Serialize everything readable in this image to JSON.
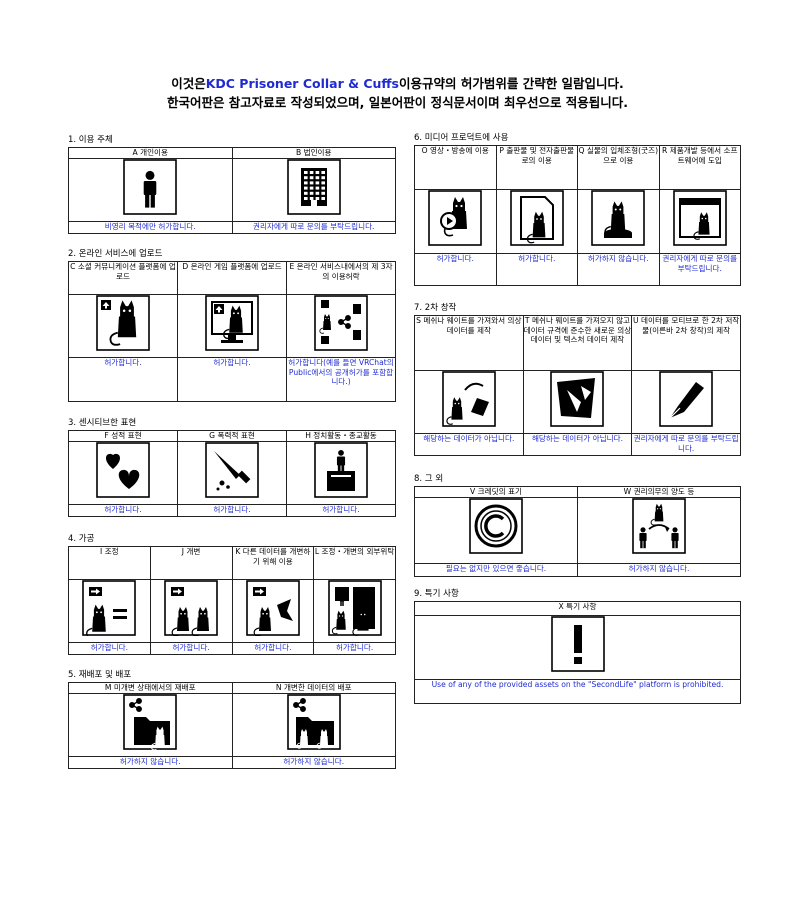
{
  "header": {
    "line1_pre": "이것은",
    "line1_product": "KDC Prisoner Collar & Cuffs",
    "line1_post": "이용규약의 허가범위를 간략한 일람입니다.",
    "line2": "한국어판은 참고자료로 작성되었으며, 일본어판이 정식문서이며 최우선으로 적용됩니다."
  },
  "colors": {
    "text": "#000000",
    "accent": "#1f2bd0",
    "border": "#222222"
  },
  "sections": {
    "s1": {
      "title": "1. 이용 주체",
      "items": [
        {
          "label": "A 개인이용",
          "icon": "person-icon",
          "note": "비영리 목적에만 허가합니다."
        },
        {
          "label": "B 법인이용",
          "icon": "building-icon",
          "note": "권리자에게 따로 문의를 부탁드립니다."
        }
      ]
    },
    "s2": {
      "title": "2. 온라인 서비스에 업로드",
      "items": [
        {
          "label": "C 소셜 커뮤니케이션 플랫폼에 업로드",
          "icon": "upload-cat-icon",
          "note": "허가합니다."
        },
        {
          "label": "D 온라인 게임 플랫폼에 업로드",
          "icon": "upload-monitor-icon",
          "note": "허가합니다."
        },
        {
          "label": "E 온라인 서비스내에서의 제 3자의 이용허락",
          "icon": "share-network-icon",
          "note": "허가합니다(예를 들면 VRChat의 Public에서의 공개허가를 포함합니다.)"
        }
      ]
    },
    "s3": {
      "title": "3. 센시티브한 표현",
      "items": [
        {
          "label": "F 성적 표현",
          "icon": "hearts-icon",
          "note": "허가합니다."
        },
        {
          "label": "G 폭력적 표현",
          "icon": "knife-icon",
          "note": "허가합니다."
        },
        {
          "label": "H 정치활동・종교활동",
          "icon": "podium-icon",
          "note": "허가합니다."
        }
      ]
    },
    "s4": {
      "title": "4. 가공",
      "items": [
        {
          "label": "I 조정",
          "icon": "adjust-icon",
          "note": "허가합니다."
        },
        {
          "label": "J 개변",
          "icon": "modify-icon",
          "note": "허가합니다."
        },
        {
          "label": "K 다른 데이터를 개변하기 위해 이용",
          "icon": "use-other-icon",
          "note": "허가합니다."
        },
        {
          "label": "L 조정・개변의 외부위탁",
          "icon": "outsource-icon",
          "note": "허가합니다."
        }
      ]
    },
    "s5": {
      "title": "5. 재배포 및 배포",
      "items": [
        {
          "label": "M 미개변 상태에서의 재배포",
          "icon": "share-folder-icon",
          "note": "허가하지 않습니다."
        },
        {
          "label": "N 개변한 데이터의 배포",
          "icon": "share-folder-modified-icon",
          "note": "허가하지 않습니다."
        }
      ]
    },
    "s6": {
      "title": "6. 미디어 프로덕트에 사용",
      "items": [
        {
          "label": "O 영상・방송에 이용",
          "icon": "video-cat-icon",
          "note": "허가합니다."
        },
        {
          "label": "P 출판물 및 전자출판물로의 이용",
          "icon": "document-cat-icon",
          "note": "허가합니다."
        },
        {
          "label": "Q 실물의 입체조형(굿즈)으로 이용",
          "icon": "figure-cat-icon",
          "note": "허가하지 않습니다."
        },
        {
          "label": "R 제품개발 등에서 소프트웨어에 도입",
          "icon": "software-cat-icon",
          "note": "권리자에게 따로 문의를 부탁드립니다."
        }
      ]
    },
    "s7": {
      "title": "7. 2차 창작",
      "items": [
        {
          "label": "S 메쉬나 웨이트를 가져와서 의상 데이터를 제작",
          "icon": "mesh-import-icon",
          "note": "해당하는 데이터가 아닙니다."
        },
        {
          "label": "T 메쉬나 웨이트를 가져오지 않고 데이터 규격에 준수한 새로운 의상 데이터 및 텍스처 데이터 제작",
          "icon": "mesh-new-icon",
          "note": "해당하는 데이터가 아닙니다."
        },
        {
          "label": "U 데이터를 모티브로 한 2차 저작물(이른바 2차 창작)의 제작",
          "icon": "pen-nib-icon",
          "note": "권리자에게 따로 문의를 부탁드립니다."
        }
      ]
    },
    "s8": {
      "title": "8. 그 외",
      "items": [
        {
          "label": "V 크레딧의 표기",
          "icon": "copyright-icon",
          "note": "필요는 없지만 있으면 좋습니다."
        },
        {
          "label": "W 권리의무의 양도 등",
          "icon": "transfer-icon",
          "note": "허가하지 않습니다."
        }
      ]
    },
    "s9": {
      "title": "9. 특기 사항",
      "items": [
        {
          "label": "X 특기 사항",
          "icon": "exclamation-icon",
          "note": "Use of any of the provided assets on the \"SecondLife\" platform is prohibited."
        }
      ]
    }
  }
}
